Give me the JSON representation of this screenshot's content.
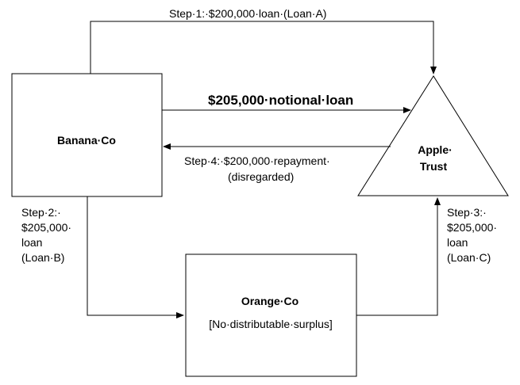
{
  "diagram": {
    "entities": {
      "banana": {
        "label": "Banana·Co"
      },
      "apple": {
        "line1": "Apple·",
        "line2": "Trust"
      },
      "orange": {
        "label": "Orange·Co",
        "sublabel": "[No·distributable·surplus]"
      }
    },
    "steps": {
      "step1": {
        "text": "Step·1:·$200,000·loan·(Loan·A)"
      },
      "notional": {
        "text": "$205,000·notional·loan"
      },
      "step4": {
        "line1": "Step·4:·$200,000·repayment·",
        "line2": "(disregarded)"
      },
      "step2": {
        "line1": "Step·2:·",
        "line2": "$205,000·",
        "line3": "loan",
        "line4": "(Loan·B)"
      },
      "step3": {
        "line1": "Step·3:·",
        "line2": "$205,000·",
        "line3": "loan",
        "line4": "(Loan·C)"
      }
    },
    "colors": {
      "stroke": "#000000",
      "background": "#ffffff"
    }
  }
}
